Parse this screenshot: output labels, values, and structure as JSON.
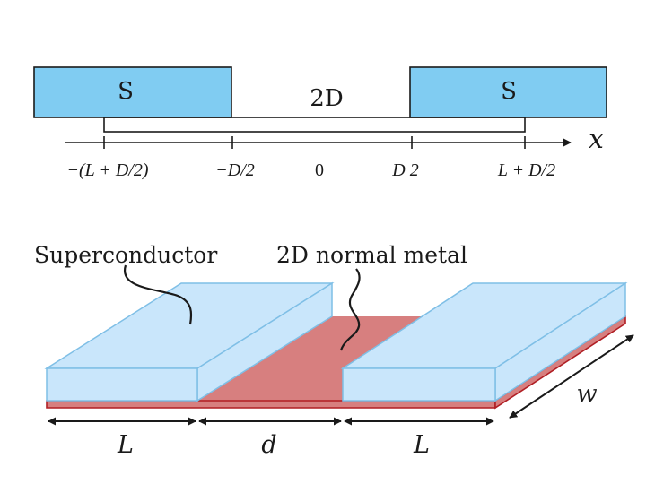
{
  "top_schematic": {
    "left_electrode_label": "S",
    "right_electrode_label": "S",
    "center_label": "2D",
    "axis_label": "x",
    "ticks": [
      "−(L + D/2)",
      "−D/2",
      "0",
      "D 2",
      "L + D/2"
    ]
  },
  "bottom_diagram": {
    "superconductor_label": "Superconductor",
    "normal_metal_label": "2D normal metal",
    "dim_left": "L",
    "dim_middle": "d",
    "dim_right": "L",
    "dim_width": "w"
  },
  "colors": {
    "superconductor_top": "#80ccf2",
    "superconductor_3d": "#c9e6fb",
    "superconductor_edge": "#7fbfe6",
    "normal_metal": "#d77f7f",
    "normal_metal_edge": "#b01e24",
    "line": "#1a1a1a"
  }
}
